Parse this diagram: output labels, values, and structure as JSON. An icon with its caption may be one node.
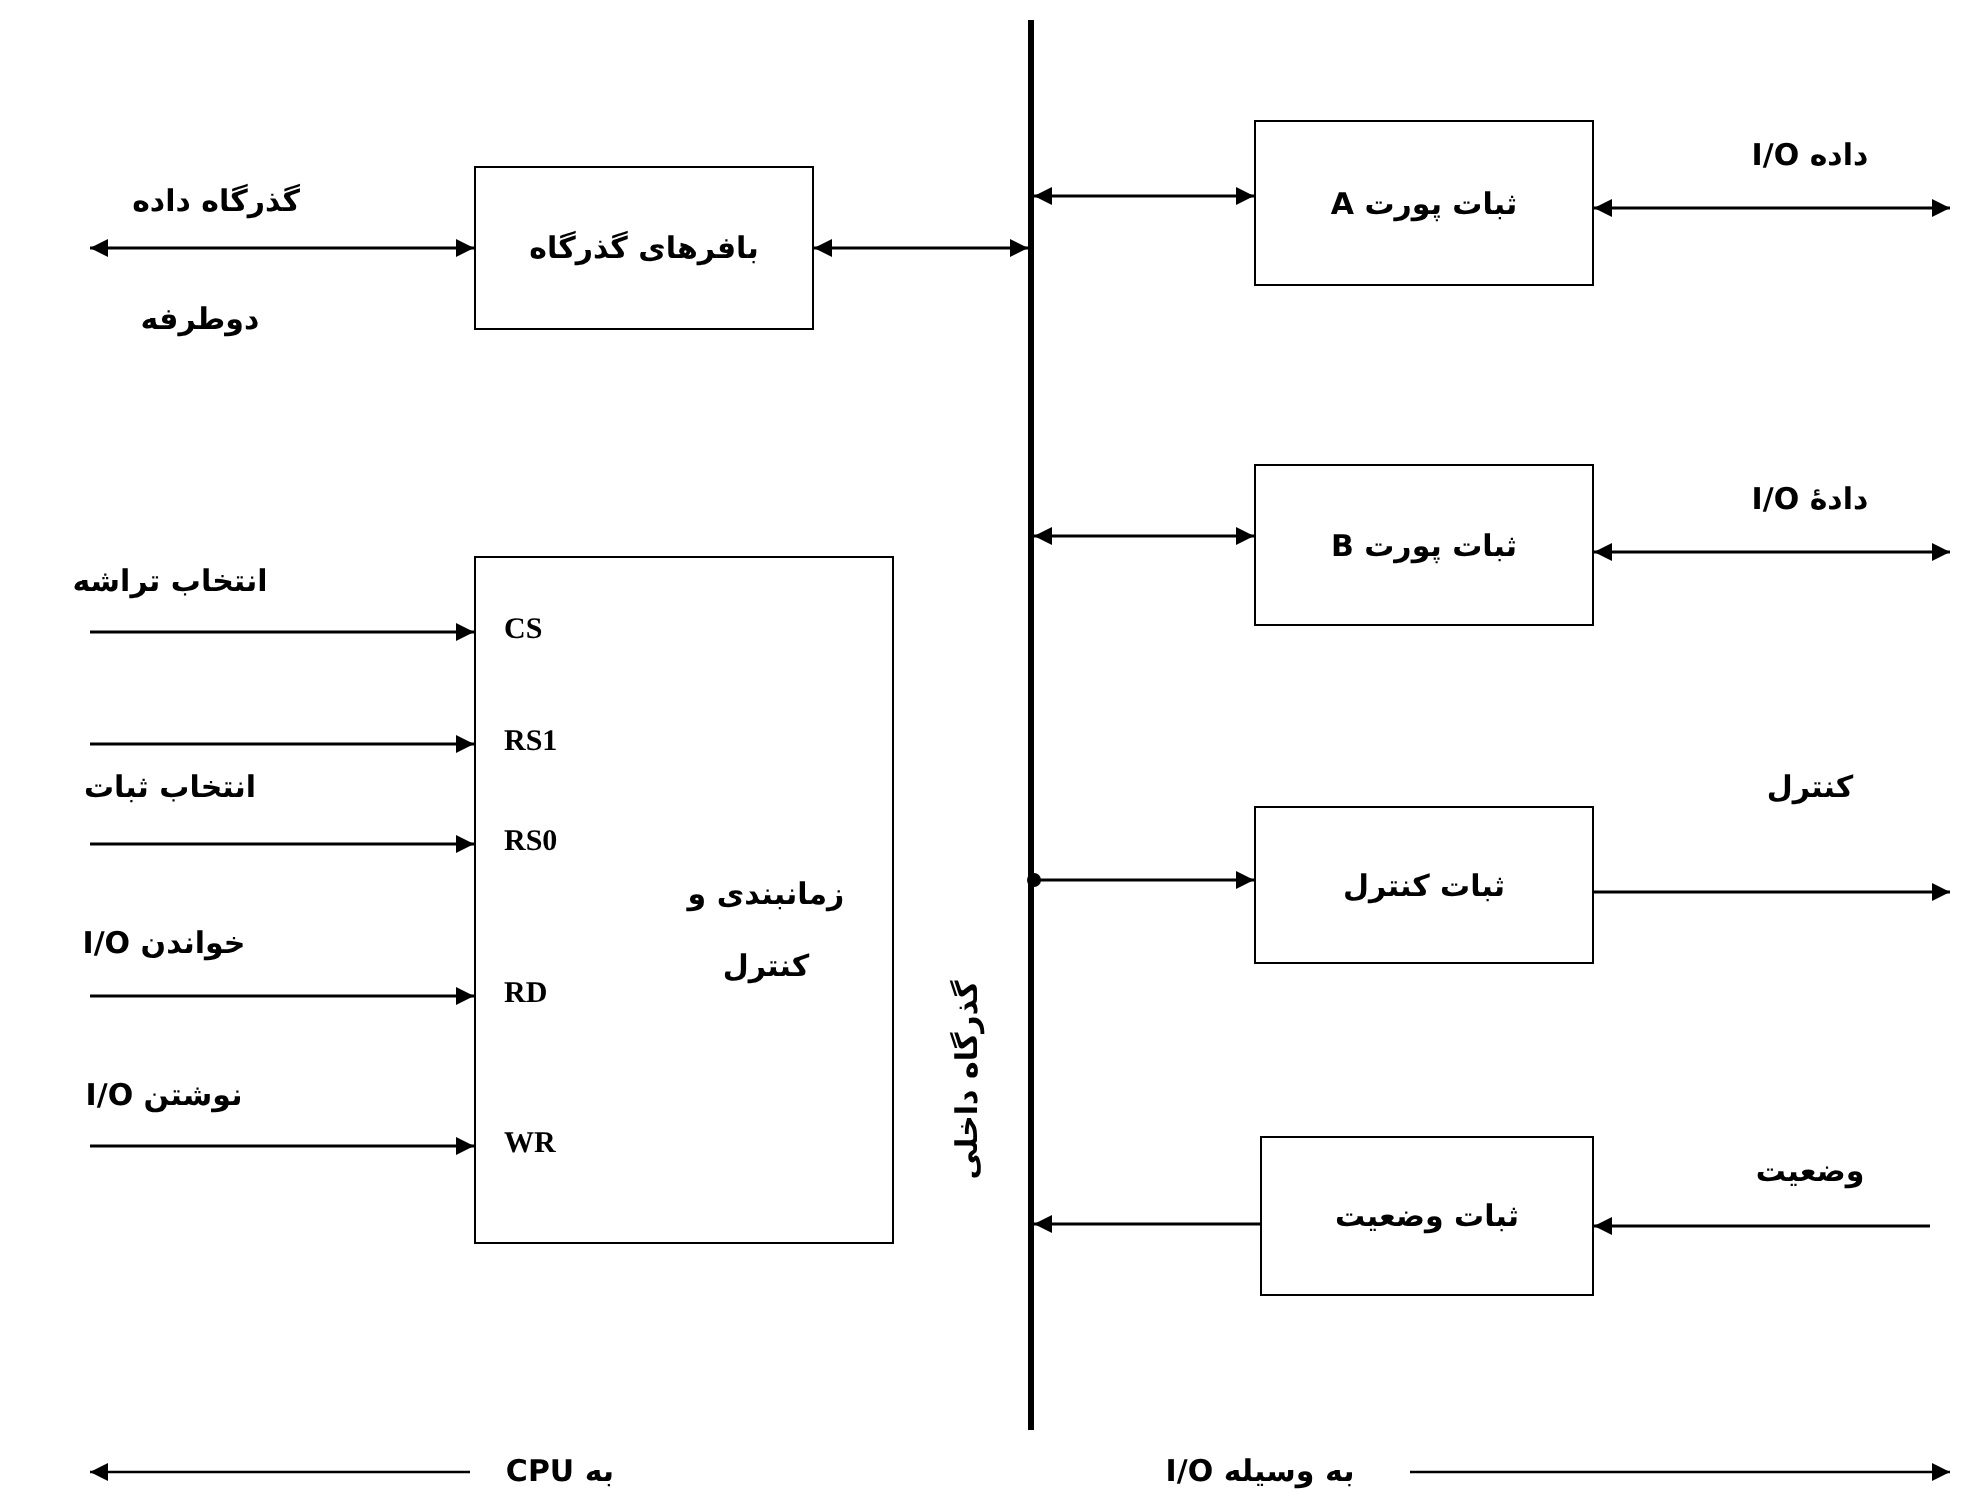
{
  "diagram": {
    "nodes": [
      {
        "text": [
          "بافرهای گذرگاه"
        ]
      },
      {
        "text": [
          "گذرگاه داخلی"
        ]
      },
      {
        "text": [
          "زمانبندی و کنترل",
          "CS",
          "RS1",
          "RS0",
          "RD",
          "WR"
        ]
      },
      {
        "text": [
          "ثبات پورت A"
        ]
      },
      {
        "text": [
          "ثبات پورت B"
        ]
      },
      {
        "text": [
          "ثبات کنترل"
        ]
      },
      {
        "text": [
          "ثبات وضعیت"
        ]
      }
    ],
    "edges": [
      {
        "from": null,
        "to": 0,
        "arrow": "both"
      },
      {
        "from": 0,
        "to": 1,
        "arrow": "both"
      },
      {
        "from": 1,
        "to": 3,
        "arrow": "both"
      },
      {
        "from": 3,
        "to": null,
        "arrow": "both",
        "label": "داده I/O"
      },
      {
        "from": 1,
        "to": 4,
        "arrow": "both"
      },
      {
        "from": 4,
        "to": null,
        "arrow": "both",
        "label": "دادهٔ I/O"
      },
      {
        "from": 1,
        "to": 5,
        "arrow": "to"
      },
      {
        "from": 5,
        "to": null,
        "arrow": "to",
        "label": "کنترل"
      },
      {
        "from": 6,
        "to": 1,
        "arrow": "to"
      },
      {
        "from": null,
        "to": 6,
        "arrow": "to",
        "label": "وضعیت"
      },
      {
        "from": null,
        "to": 2,
        "arrow": "to",
        "label": "انتخاب تراشه"
      },
      {
        "from": null,
        "to": 2,
        "arrow": "to"
      },
      {
        "from": null,
        "to": 2,
        "arrow": "to",
        "label": "انتخاب ثبات"
      },
      {
        "from": null,
        "to": 2,
        "arrow": "to",
        "label": "خواندن I/O"
      },
      {
        "from": null,
        "to": 2,
        "arrow": "to",
        "label": "نوشتن I/O"
      }
    ],
    "labels": [
      "گذرگاه داده",
      "دوطرفه",
      "به CPU",
      "به وسیله I/O"
    ]
  }
}
